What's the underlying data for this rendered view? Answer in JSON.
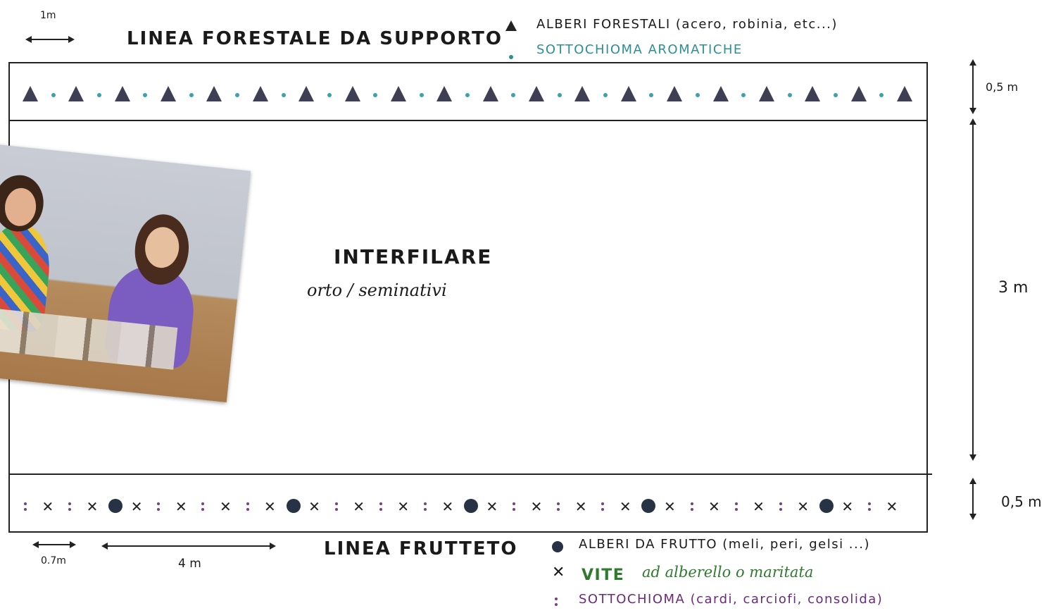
{
  "scale": {
    "label": "1m"
  },
  "top_title": "LINEA FORESTALE DA SUPPORTO",
  "top_legend": {
    "trees": "ALBERI FORESTALI  (acero, robinia, etc...)",
    "understory": "SOTTOCHIOMA  AROMATICHE"
  },
  "middle": {
    "title": "INTERFILARE",
    "subtitle": "orto / seminativi"
  },
  "dimensions": {
    "top_strip": "0,5 m",
    "middle": "3 m",
    "bottom_strip": "0,5 m",
    "spacing_small": "0.7m",
    "spacing_large": "4 m"
  },
  "bottom_title": "LINEA FRUTTETO",
  "bottom_legend": {
    "fruit": "ALBERI DA FRUTTO (meli, peri, gelsi ...)",
    "vine_label": "VITE",
    "vine_rest": "ad alberello o maritata",
    "understory": "SOTTOCHIOMA (cardi, carciofi, consolida)"
  },
  "colors": {
    "tree": "#3e3f55",
    "aromatic": "#3ea0a8",
    "fruit": "#283245",
    "understory_fruit": "#7a3d8a"
  },
  "icons": {
    "tree": "triangle-icon",
    "aromatic": "dot-icon",
    "fruit": "circle-icon",
    "vine": "x-icon",
    "understory": "colon-icon"
  },
  "top_row": {
    "trees": 20
  },
  "bottom_row": {
    "pattern": [
      "colon",
      "x",
      "colon",
      "x",
      "ball",
      "x",
      "colon",
      "x",
      "colon",
      "x",
      "colon",
      "x",
      "ball",
      "x",
      "colon",
      "x",
      "colon",
      "x",
      "colon",
      "x",
      "ball",
      "x",
      "colon",
      "x",
      "colon",
      "x",
      "colon",
      "x",
      "ball",
      "x",
      "colon",
      "x",
      "colon",
      "x",
      "colon",
      "x",
      "ball",
      "x",
      "colon",
      "x"
    ]
  }
}
